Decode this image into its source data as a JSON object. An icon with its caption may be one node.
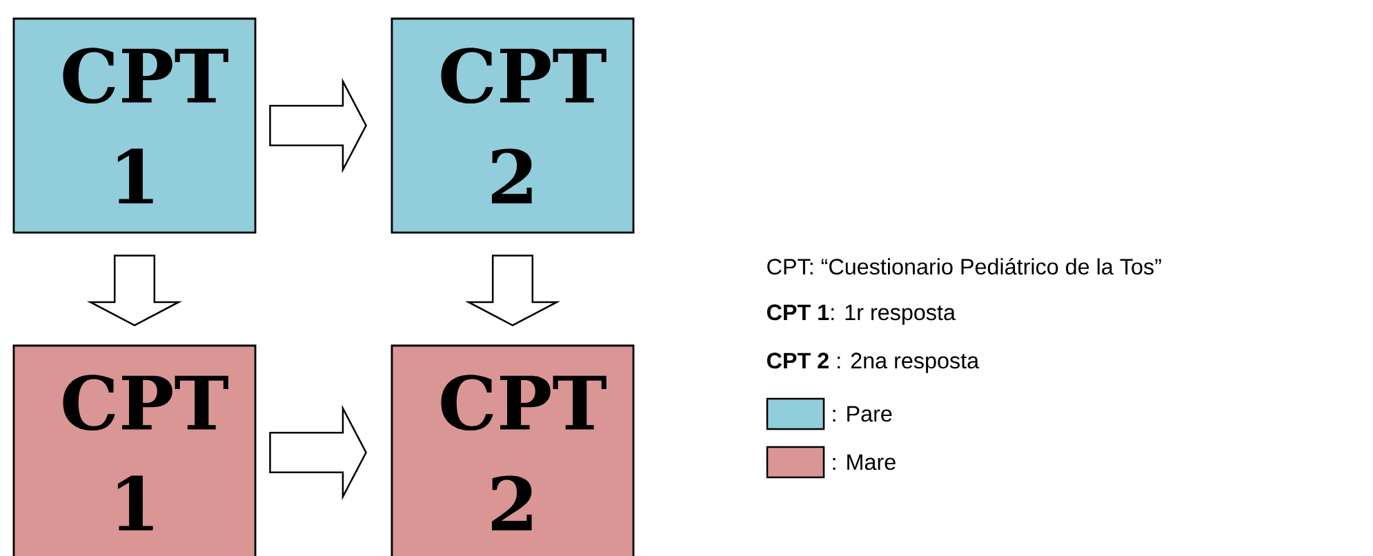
{
  "diagram": {
    "nodes": [
      {
        "text": [
          "CPT 1"
        ]
      },
      {
        "text": [
          "CPT 2"
        ]
      },
      {
        "text": [
          "CPT 1"
        ]
      },
      {
        "text": [
          "CPT 2"
        ]
      }
    ],
    "edges": [
      {
        "from": 0,
        "to": 1,
        "arrow": "to"
      },
      {
        "from": 0,
        "to": 2,
        "arrow": "to"
      },
      {
        "from": 1,
        "to": 3,
        "arrow": "to"
      },
      {
        "from": 2,
        "to": 3,
        "arrow": "to"
      }
    ],
    "labels": [
      "CPT: “Cuestionario Pediátrico de la Tos”",
      "**CPT 1**: 1r resposta",
      "**CPT 2** : 2na resposta"
    ],
    "legend": [
      {
        "text": ": Pare",
        "color": "#92cddc"
      },
      {
        "text": ": Mare",
        "color": "#d99694"
      }
    ]
  }
}
